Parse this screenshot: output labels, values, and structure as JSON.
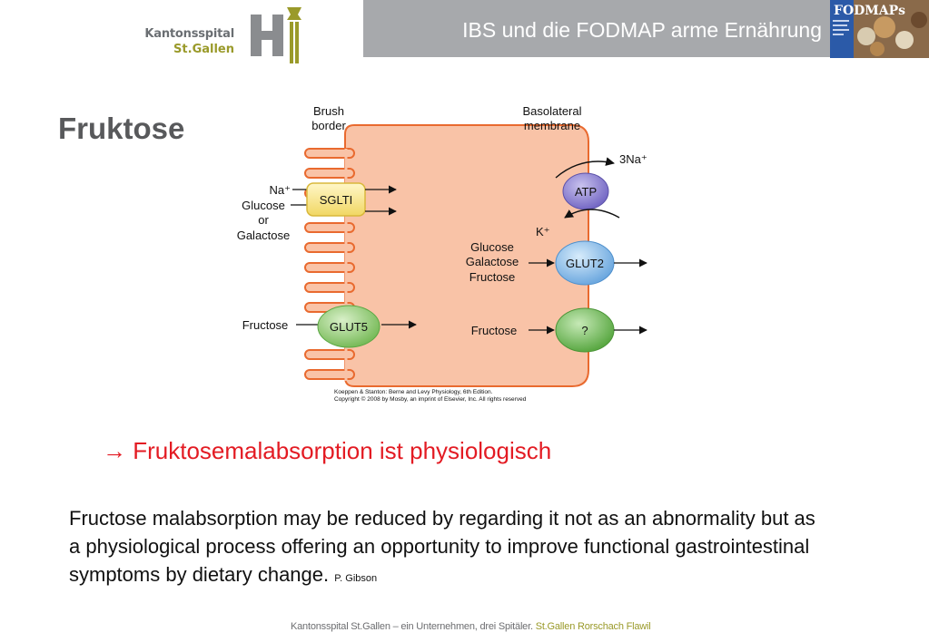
{
  "header": {
    "logo_line1": "Kantonsspital",
    "logo_line2": "St.Gallen",
    "title": "IBS und die FODMAP arme Ernährung",
    "fodmap_label": "FODMAPs"
  },
  "slide": {
    "title": "Fruktose",
    "conclusion": "→ Fruktosemalabsorption ist physiologisch",
    "quote": "Fructose malabsorption may be reduced by regarding it not as an abnormality but as a physiological process offering an opportunity to improve functional gastrointestinal symptoms by dietary change.",
    "quote_attr": "P. Gibson"
  },
  "diagram": {
    "brush_border": [
      "Brush",
      "border"
    ],
    "basolateral": [
      "Basolateral",
      "membrane"
    ],
    "sglt_inputs": [
      "Na⁺",
      "Glucose",
      "or",
      "Galactose"
    ],
    "sglt": "SGLTI",
    "atp": "ATP",
    "na_out": "3Na⁺",
    "k_in": "K⁺",
    "glut2_inputs": [
      "Glucose",
      "Galactose",
      "Fructose"
    ],
    "glut2": "GLUT2",
    "fructose_in": "Fructose",
    "glut5": "GLUT5",
    "fructose_inner": "Fructose",
    "unknown": "?",
    "credit": [
      "Koeppen & Stanton: Berne and Levy Physiology, 6th Edition.",
      "Copyright © 2008 by Mosby, an imprint of Elsevier, Inc. All rights reserved"
    ]
  },
  "footer": {
    "text": "Kantonsspital St.Gallen – ein Unternehmen, drei Spitäler.",
    "sites": "St.Gallen  Rorschach  Flawil"
  },
  "colors": {
    "title_bar": "#a7a9ac",
    "cell": "#f9c3a7",
    "cell_border": "#e96a2f",
    "accent_red": "#e31b23",
    "logo_green": "#9a9a2a"
  }
}
